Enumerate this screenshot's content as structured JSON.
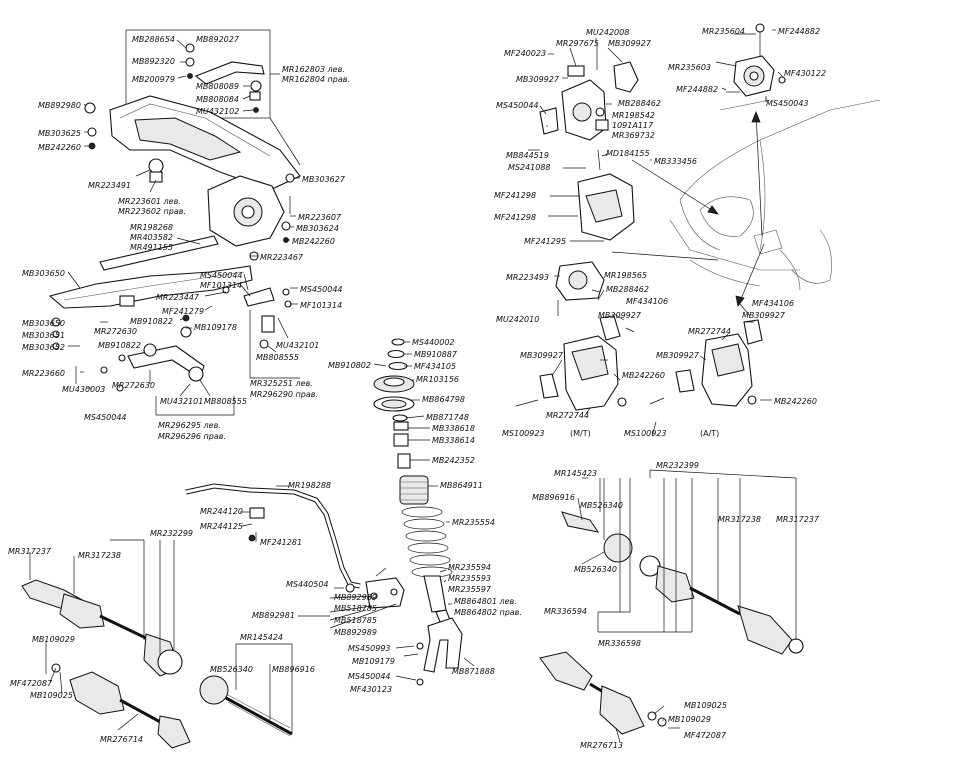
{
  "labels": {
    "t1": "MB288654",
    "t2": "MB892027",
    "t3": "MB892320",
    "t4": "MB200979",
    "t5": "MR162803 лев.",
    "t6": "MR162804 прав.",
    "t7": "MB808089",
    "t8": "MB808084",
    "t9": "MU432102",
    "t10": "MB892980",
    "t11": "MB303625",
    "t12": "MB242260",
    "t13": "MR223491",
    "t14": "MR223601 лев.",
    "t15": "MR223602 прав.",
    "t16": "MB303627",
    "t17": "MR223607",
    "t18": "MB303624",
    "t19": "MB242260",
    "t20": "MR198268",
    "t21": "MR403582",
    "t22": "MR491155",
    "t23": "MR223467",
    "t24": "MB303650",
    "t25": "MS450044",
    "t26": "MF101314",
    "t27": "MS450044",
    "t28": "MR223447",
    "t29": "MF101314",
    "t30": "MF241279",
    "t31": "MB303650",
    "t32": "MB910822",
    "t33": "MB109178",
    "t34": "MR272630",
    "t35": "MB303651",
    "t36": "MB910822",
    "t37": "MU432101",
    "t38": "MB303652",
    "t39": "MB808555",
    "t40": "MR223660",
    "t41": "MR272630",
    "t42": "MU430003",
    "t43": "MU432101",
    "t44": "MB808555",
    "t45": "MR325251 лев.",
    "t46": "MR296290 прав.",
    "t47": "MS450044",
    "t48": "MR296295 лев.",
    "t49": "MR296296 прав.",
    "t50": "MU242008",
    "t51": "MR297675",
    "t52": "MB309927",
    "t53": "MF240023",
    "t54": "MB309927",
    "t55": "MS450044",
    "t56": "MB288462",
    "t57": "MR198542",
    "t58": "1091A117",
    "t59": "MR369732",
    "t60": "MB844519",
    "t61": "MD184155",
    "t62": "MS241088",
    "t63": "MB333456",
    "t64": "MF241298",
    "t65": "MF241298",
    "t66": "MF241295",
    "t67": "MR223493",
    "t68": "MR198565",
    "t69": "MB288462",
    "t70": "MF434106",
    "t71": "MU242010",
    "t72": "MB309927",
    "t73": "MB309927",
    "t74": "MB242260",
    "t75": "MS100923",
    "t76": "MR272744",
    "t77": "(M/T)",
    "t78": "MS100923",
    "t79": "MR235604",
    "t80": "MF244882",
    "t81": "MR235603",
    "t82": "MF430122",
    "t83": "MF244882",
    "t84": "MS450043",
    "t85": "MF434106",
    "t86": "MB309927",
    "t87": "MR272744",
    "t88": "MB309927",
    "t89": "MB242260",
    "t90": "(A/T)",
    "t91": "MS440002",
    "t92": "MB910887",
    "t93": "MB910802",
    "t94": "MF434105",
    "t95": "MR103156",
    "t96": "MB864798",
    "t97": "MB871748",
    "t98": "MB338618",
    "t99": "MB338614",
    "t100": "MB242352",
    "t101": "MB864911",
    "t102": "MR235554",
    "t103": "MR235594",
    "t104": "MR235593",
    "t105": "MR235597",
    "t106": "MB864801 лев.",
    "t107": "MB864802 прав.",
    "t108": "MS450993",
    "t109": "MB871888",
    "t110": "MB109179",
    "t111": "MS450044",
    "t112": "MF430123",
    "t113": "MR198288",
    "t114": "MR244120",
    "t115": "MR244125",
    "t116": "MF241281",
    "t117": "MS440504",
    "t118": "MB892989",
    "t119": "MB892981",
    "t120": "MB518785",
    "t121": "MB518785",
    "t122": "MB892989",
    "t123": "MR317237",
    "t124": "MR317238",
    "t125": "MR232299",
    "t126": "MB109029",
    "t127": "MF472087",
    "t128": "MB109025",
    "t129": "MR145424",
    "t130": "MB526340",
    "t131": "MB896916",
    "t132": "MR276714",
    "t133": "MR145423",
    "t134": "MR232399",
    "t135": "MB896916",
    "t136": "MB526340",
    "t137": "MR317238",
    "t138": "MR317237",
    "t139": "MB526340",
    "t140": "MR336594",
    "t141": "MR336598",
    "t142": "MB109025",
    "t143": "MB109029",
    "t144": "MF472087",
    "t145": "MR276713"
  }
}
